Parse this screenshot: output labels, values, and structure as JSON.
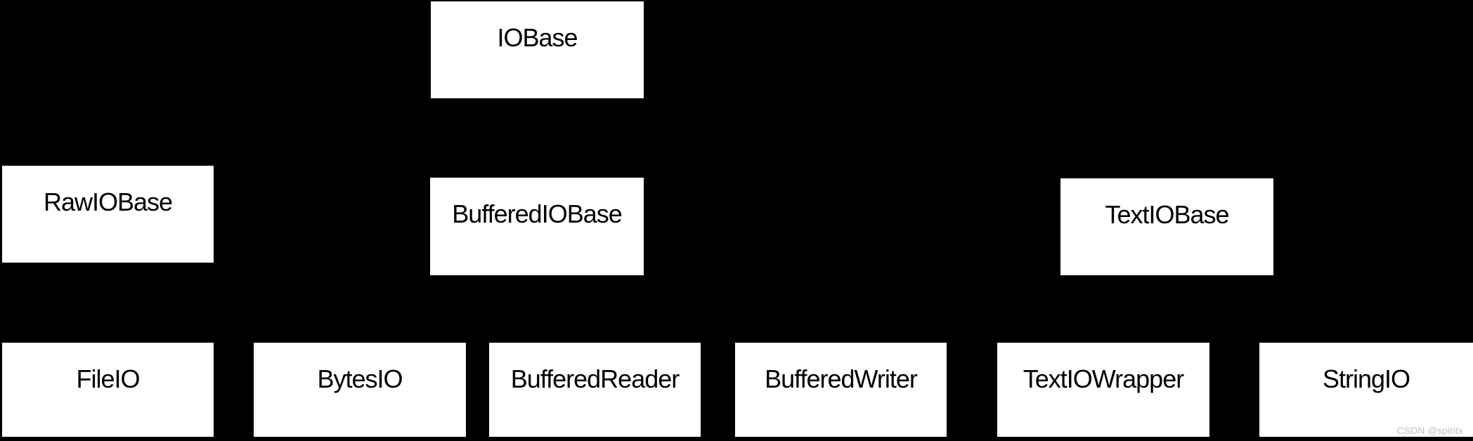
{
  "diagram": {
    "description": "Python io module class hierarchy",
    "background_color": "#000000",
    "node_fill_color": "#ffffff",
    "node_text_color": "#000000",
    "nodes": [
      {
        "id": "iobase",
        "label": "IOBase",
        "level": 1
      },
      {
        "id": "rawiobase",
        "label": "RawIOBase",
        "level": 2
      },
      {
        "id": "bufferediobase",
        "label": "BufferedIOBase",
        "level": 2
      },
      {
        "id": "textiobase",
        "label": "TextIOBase",
        "level": 2
      },
      {
        "id": "fileio",
        "label": "FileIO",
        "level": 3
      },
      {
        "id": "bytesio",
        "label": "BytesIO",
        "level": 3
      },
      {
        "id": "bufferedreader",
        "label": "BufferedReader",
        "level": 3
      },
      {
        "id": "bufferedwriter",
        "label": "BufferedWriter",
        "level": 3
      },
      {
        "id": "textiowrapper",
        "label": "TextIOWrapper",
        "level": 3
      },
      {
        "id": "stringio",
        "label": "StringIO",
        "level": 3
      }
    ]
  },
  "watermark": {
    "text": "CSDN @spiritx",
    "color": "#c2c2c2"
  }
}
